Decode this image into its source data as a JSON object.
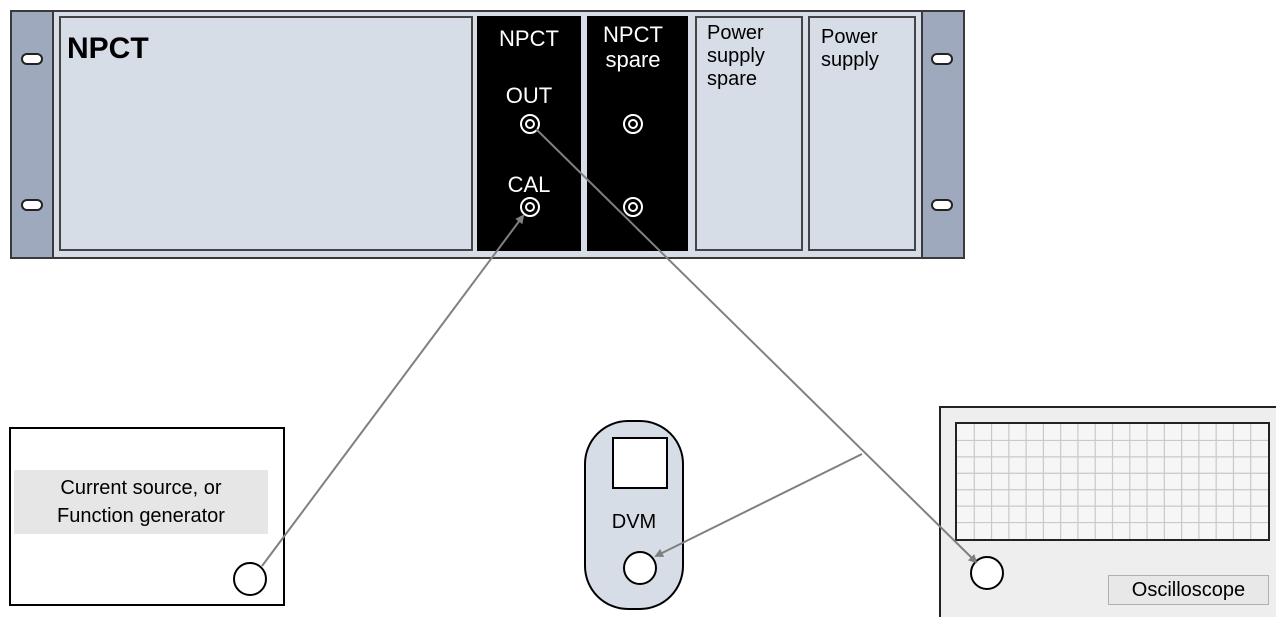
{
  "rack": {
    "main_module": {
      "title": "NPCT"
    },
    "modules": [
      {
        "lines": [
          "NPCT"
        ],
        "connector_labels": [
          "OUT",
          "CAL"
        ]
      },
      {
        "lines": [
          "NPCT",
          "spare"
        ]
      },
      {
        "lines": [
          "Power",
          "supply",
          "spare"
        ]
      },
      {
        "lines": [
          "Power",
          "supply"
        ]
      }
    ]
  },
  "instruments": {
    "current_source": {
      "label_line1": "Current source, or",
      "label_line2": "Function generator"
    },
    "dvm": {
      "label": "DVM"
    },
    "oscilloscope": {
      "label": "Oscilloscope"
    }
  },
  "colors": {
    "rack_face": "#d7dde6",
    "rack_ear": "#9ea9bd",
    "module_black": "#000000",
    "cable": "#808080"
  }
}
